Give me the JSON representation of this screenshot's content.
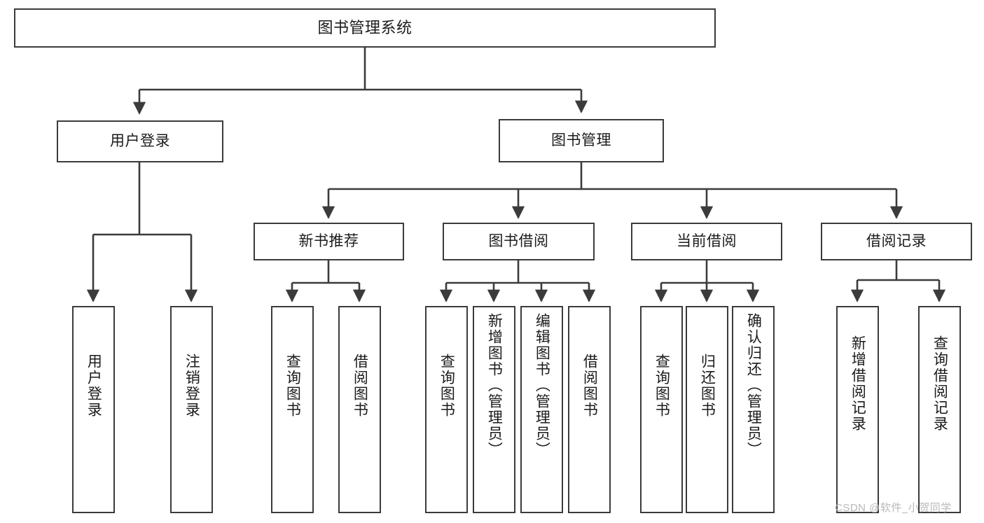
{
  "diagram": {
    "type": "tree-hierarchy",
    "title": "图书管理系统",
    "watermark": "CSDN @软件_小贺同学",
    "colors": {
      "stroke": "#3b3b3b",
      "background": "#ffffff",
      "text": "#1b1b1b",
      "watermark": "#b9b9b9"
    },
    "nodes": {
      "root": {
        "label": "图书管理系统",
        "level": 0
      },
      "level1": [
        {
          "id": "user-login",
          "label": "用户登录"
        },
        {
          "id": "book-manage",
          "label": "图书管理"
        }
      ],
      "level2": [
        {
          "id": "new-book-recommend",
          "label": "新书推荐",
          "parent": "book-manage"
        },
        {
          "id": "book-borrow",
          "label": "图书借阅",
          "parent": "book-manage"
        },
        {
          "id": "current-borrow",
          "label": "当前借阅",
          "parent": "book-manage"
        },
        {
          "id": "borrow-record",
          "label": "借阅记录",
          "parent": "book-manage"
        }
      ],
      "leaves": [
        {
          "id": "leaf-user-login",
          "label": "用户登录",
          "parent": "user-login"
        },
        {
          "id": "leaf-logout",
          "label": "注销登录",
          "parent": "user-login"
        },
        {
          "id": "leaf-query-book-1",
          "label": "查询图书",
          "parent": "new-book-recommend"
        },
        {
          "id": "leaf-borrow-book-1",
          "label": "借阅图书",
          "parent": "new-book-recommend"
        },
        {
          "id": "leaf-query-book-2",
          "label": "查询图书",
          "parent": "book-borrow"
        },
        {
          "id": "leaf-add-book",
          "label": "新增图书（管理员）",
          "parent": "book-borrow"
        },
        {
          "id": "leaf-edit-book",
          "label": "编辑图书（管理员）",
          "parent": "book-borrow"
        },
        {
          "id": "leaf-borrow-book-2",
          "label": "借阅图书",
          "parent": "book-borrow"
        },
        {
          "id": "leaf-query-book-3",
          "label": "查询图书",
          "parent": "current-borrow"
        },
        {
          "id": "leaf-return-book",
          "label": "归还图书",
          "parent": "current-borrow"
        },
        {
          "id": "leaf-confirm-return",
          "label": "确认归还（管理员）",
          "parent": "current-borrow"
        },
        {
          "id": "leaf-add-record",
          "label": "新增借阅记录",
          "parent": "borrow-record"
        },
        {
          "id": "leaf-query-record",
          "label": "查询借阅记录",
          "parent": "borrow-record"
        }
      ]
    }
  }
}
